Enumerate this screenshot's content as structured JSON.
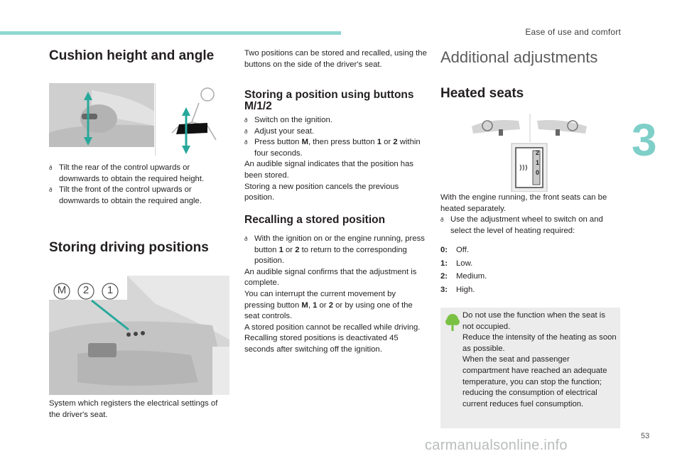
{
  "header": {
    "section_title": "Ease of use and comfort",
    "chapter_number": "3",
    "page_number": "53",
    "accent_color": "#8fd7d1"
  },
  "left": {
    "cushion": {
      "title": "Cushion height and angle",
      "bullets": [
        "Tilt the rear of the control upwards or downwards to obtain the required height.",
        "Tilt the front of the control upwards or downwards to obtain the required angle."
      ]
    },
    "storing": {
      "title": "Storing driving positions",
      "button_labels": [
        "M",
        "2",
        "1"
      ],
      "caption": "System which registers the electrical settings of the driver's seat."
    }
  },
  "middle": {
    "intro": "Two positions can be stored and recalled, using the buttons on the side of the driver's seat.",
    "store": {
      "title": "Storing a position using buttons M/1/2",
      "bullets": [
        {
          "pre": "Switch on the ignition."
        },
        {
          "pre": "Adjust your seat."
        },
        {
          "pre": "Press button ",
          "b1": "M",
          "mid": ", then press button ",
          "b2": "1",
          "mid2": " or ",
          "b3": "2",
          "post": " within four seconds."
        }
      ],
      "paragraphs": [
        "An audible signal indicates that the position has been stored.",
        "Storing a new position cancels the previous position."
      ]
    },
    "recall": {
      "title": "Recalling a stored position",
      "bullet": {
        "pre": "With the ignition on or the engine running, press button ",
        "b1": "1",
        "mid": " or ",
        "b2": "2",
        "post": " to return to the corresponding position."
      },
      "p1": "An audible signal confirms that the adjustment is complete.",
      "p2": {
        "pre": "You can interrupt the current movement by pressing button ",
        "b1": "M",
        "m1": ", ",
        "b2": "1",
        "m2": " or ",
        "b3": "2",
        "post": " or by using one of the seat controls."
      },
      "p3": "A stored position cannot be recalled while driving.",
      "p4": "Recalling stored positions is deactivated 45 seconds after switching off the ignition."
    }
  },
  "right": {
    "additional_title": "Additional adjustments",
    "heated_title": "Heated seats",
    "wheel_digits": [
      "2",
      "1",
      "0"
    ],
    "intro": "With the engine running, the front seats can be heated separately.",
    "bullet": "Use the adjustment wheel to switch on and select the level of heating required:",
    "levels": [
      {
        "key": "0:",
        "label": "Off."
      },
      {
        "key": "1:",
        "label": "Low."
      },
      {
        "key": "2:",
        "label": "Medium."
      },
      {
        "key": "3:",
        "label": "High."
      }
    ],
    "note": [
      "Do not use the function when the seat is not occupied.",
      "Reduce the intensity of the heating as soon as possible.",
      "When the seat and passenger compartment have reached an adequate temperature, you can stop the function; reducing the consumption of electrical current reduces fuel consumption."
    ],
    "note_icon_color": "#7ac143"
  },
  "watermark": "carmanualsonline.info"
}
